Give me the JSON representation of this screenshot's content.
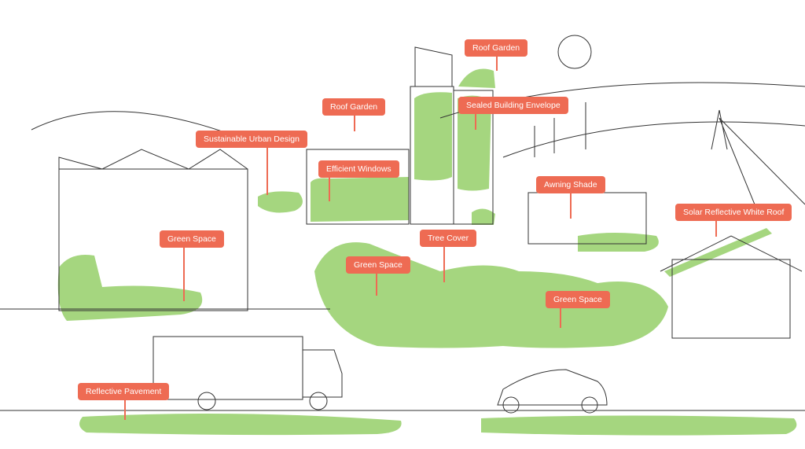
{
  "colors": {
    "label": "#EE6B53",
    "green": "#A5D67F",
    "line": "#333333"
  },
  "labels": {
    "roof_garden_top": "Roof Garden",
    "roof_garden_mid": "Roof Garden",
    "sealed_envelope": "Sealed Building Envelope",
    "sustainable_design": "Sustainable Urban Design",
    "efficient_windows": "Efficient Windows",
    "awning_shade": "Awning Shade",
    "solar_roof": "Solar Reflective White Roof",
    "green_space_left": "Green Space",
    "tree_cover": "Tree Cover",
    "green_space_center": "Green Space",
    "green_space_right": "Green Space",
    "reflective_pavement": "Reflective Pavement"
  }
}
